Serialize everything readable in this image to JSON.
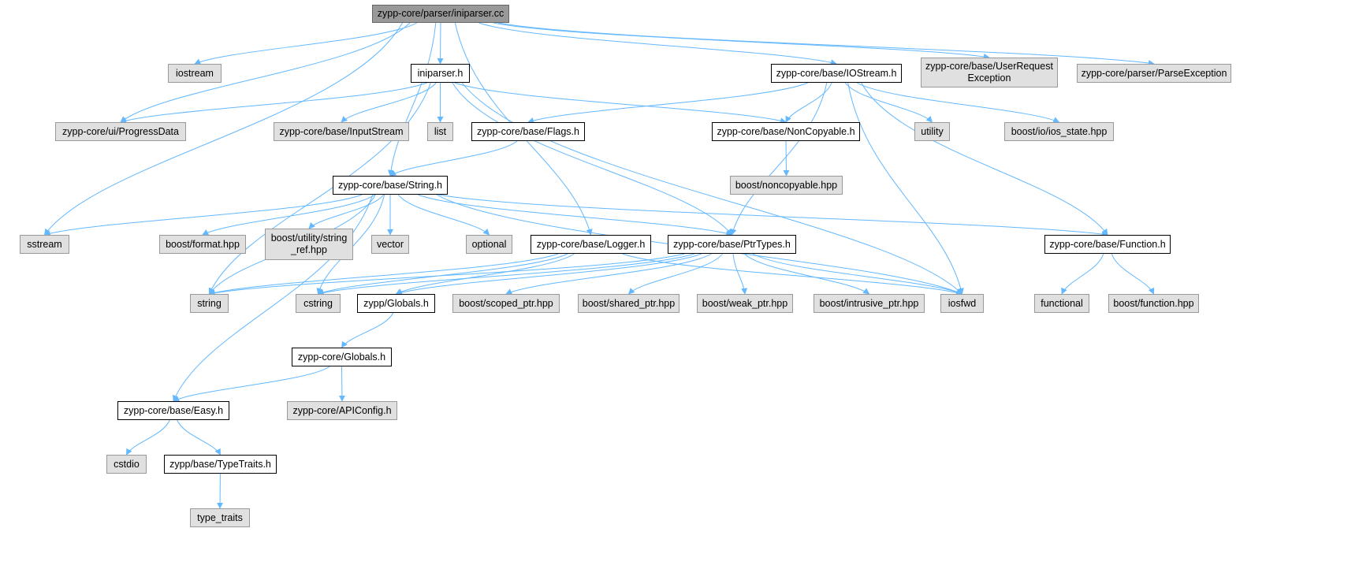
{
  "diagram": {
    "type": "include-dependency-graph",
    "colors": {
      "edge": "#63b8ff",
      "root_fill": "#999999",
      "external_fill": "#e0e0e0",
      "node_border": "#000000",
      "external_border": "#999999"
    },
    "nodes": {
      "iniparser_cc": {
        "label": "zypp-core/parser/iniparser.cc",
        "kind": "root"
      },
      "iostream": {
        "label": "iostream",
        "kind": "external"
      },
      "iniparser_h": {
        "label": "iniparser.h",
        "kind": "documented"
      },
      "iostream_h": {
        "label": "zypp-core/base/IOStream.h",
        "kind": "documented"
      },
      "userreq": {
        "label": "zypp-core/base/UserRequest\nException",
        "kind": "external"
      },
      "parseexc": {
        "label": "zypp-core/parser/ParseException",
        "kind": "external"
      },
      "progressdata": {
        "label": "zypp-core/ui/ProgressData",
        "kind": "external"
      },
      "inputstream": {
        "label": "zypp-core/base/InputStream",
        "kind": "external"
      },
      "list": {
        "label": "list",
        "kind": "external"
      },
      "flags": {
        "label": "zypp-core/base/Flags.h",
        "kind": "documented"
      },
      "noncopyable": {
        "label": "zypp-core/base/NonCopyable.h",
        "kind": "documented"
      },
      "utility": {
        "label": "utility",
        "kind": "external"
      },
      "ios_state": {
        "label": "boost/io/ios_state.hpp",
        "kind": "external"
      },
      "boost_noncopyable": {
        "label": "boost/noncopyable.hpp",
        "kind": "external"
      },
      "string_h": {
        "label": "zypp-core/base/String.h",
        "kind": "documented"
      },
      "sstream": {
        "label": "sstream",
        "kind": "external"
      },
      "boost_format": {
        "label": "boost/format.hpp",
        "kind": "external"
      },
      "string_ref": {
        "label": "boost/utility/string\n_ref.hpp",
        "kind": "external"
      },
      "vector": {
        "label": "vector",
        "kind": "external"
      },
      "optional": {
        "label": "optional",
        "kind": "external"
      },
      "logger": {
        "label": "zypp-core/base/Logger.h",
        "kind": "documented"
      },
      "ptrtypes": {
        "label": "zypp-core/base/PtrTypes.h",
        "kind": "documented"
      },
      "function_h": {
        "label": "zypp-core/base/Function.h",
        "kind": "documented"
      },
      "string": {
        "label": "string",
        "kind": "external"
      },
      "cstring": {
        "label": "cstring",
        "kind": "external"
      },
      "zypp_globals": {
        "label": "zypp/Globals.h",
        "kind": "documented"
      },
      "scoped_ptr": {
        "label": "boost/scoped_ptr.hpp",
        "kind": "external"
      },
      "shared_ptr": {
        "label": "boost/shared_ptr.hpp",
        "kind": "external"
      },
      "weak_ptr": {
        "label": "boost/weak_ptr.hpp",
        "kind": "external"
      },
      "intrusive_ptr": {
        "label": "boost/intrusive_ptr.hpp",
        "kind": "external"
      },
      "iosfwd": {
        "label": "iosfwd",
        "kind": "external"
      },
      "functional": {
        "label": "functional",
        "kind": "external"
      },
      "boost_function": {
        "label": "boost/function.hpp",
        "kind": "external"
      },
      "core_globals": {
        "label": "zypp-core/Globals.h",
        "kind": "documented"
      },
      "apiconfig": {
        "label": "zypp-core/APIConfig.h",
        "kind": "external"
      },
      "easy": {
        "label": "zypp-core/base/Easy.h",
        "kind": "documented"
      },
      "cstdio": {
        "label": "cstdio",
        "kind": "external"
      },
      "typetraits": {
        "label": "zypp/base/TypeTraits.h",
        "kind": "documented"
      },
      "type_traits": {
        "label": "type_traits",
        "kind": "external"
      }
    },
    "edges": [
      [
        "iniparser_cc",
        "iostream"
      ],
      [
        "iniparser_cc",
        "iniparser_h"
      ],
      [
        "iniparser_cc",
        "iostream_h"
      ],
      [
        "iniparser_cc",
        "userreq"
      ],
      [
        "iniparser_cc",
        "parseexc"
      ],
      [
        "iniparser_cc",
        "progressdata"
      ],
      [
        "iniparser_cc",
        "sstream"
      ],
      [
        "iniparser_cc",
        "string_h"
      ],
      [
        "iniparser_cc",
        "logger"
      ],
      [
        "iniparser_h",
        "progressdata"
      ],
      [
        "iniparser_h",
        "inputstream"
      ],
      [
        "iniparser_h",
        "list"
      ],
      [
        "iniparser_h",
        "noncopyable"
      ],
      [
        "iniparser_h",
        "ptrtypes"
      ],
      [
        "iniparser_h",
        "string"
      ],
      [
        "iniparser_h",
        "iosfwd"
      ],
      [
        "iostream_h",
        "flags"
      ],
      [
        "iostream_h",
        "noncopyable"
      ],
      [
        "iostream_h",
        "utility"
      ],
      [
        "iostream_h",
        "ios_state"
      ],
      [
        "iostream_h",
        "ptrtypes"
      ],
      [
        "iostream_h",
        "iosfwd"
      ],
      [
        "iostream_h",
        "function_h"
      ],
      [
        "noncopyable",
        "boost_noncopyable"
      ],
      [
        "flags",
        "string_h"
      ],
      [
        "string_h",
        "sstream"
      ],
      [
        "string_h",
        "boost_format"
      ],
      [
        "string_h",
        "string_ref"
      ],
      [
        "string_h",
        "vector"
      ],
      [
        "string_h",
        "optional"
      ],
      [
        "string_h",
        "ptrtypes"
      ],
      [
        "string_h",
        "function_h"
      ],
      [
        "string_h",
        "string"
      ],
      [
        "string_h",
        "cstring"
      ],
      [
        "string_h",
        "iosfwd"
      ],
      [
        "string_h",
        "easy"
      ],
      [
        "logger",
        "string"
      ],
      [
        "logger",
        "cstring"
      ],
      [
        "logger",
        "zypp_globals"
      ],
      [
        "logger",
        "iosfwd"
      ],
      [
        "ptrtypes",
        "string"
      ],
      [
        "ptrtypes",
        "cstring"
      ],
      [
        "ptrtypes",
        "zypp_globals"
      ],
      [
        "ptrtypes",
        "scoped_ptr"
      ],
      [
        "ptrtypes",
        "shared_ptr"
      ],
      [
        "ptrtypes",
        "weak_ptr"
      ],
      [
        "ptrtypes",
        "intrusive_ptr"
      ],
      [
        "ptrtypes",
        "iosfwd"
      ],
      [
        "function_h",
        "functional"
      ],
      [
        "function_h",
        "boost_function"
      ],
      [
        "zypp_globals",
        "core_globals"
      ],
      [
        "core_globals",
        "easy"
      ],
      [
        "core_globals",
        "apiconfig"
      ],
      [
        "easy",
        "cstdio"
      ],
      [
        "easy",
        "typetraits"
      ],
      [
        "typetraits",
        "type_traits"
      ]
    ]
  }
}
